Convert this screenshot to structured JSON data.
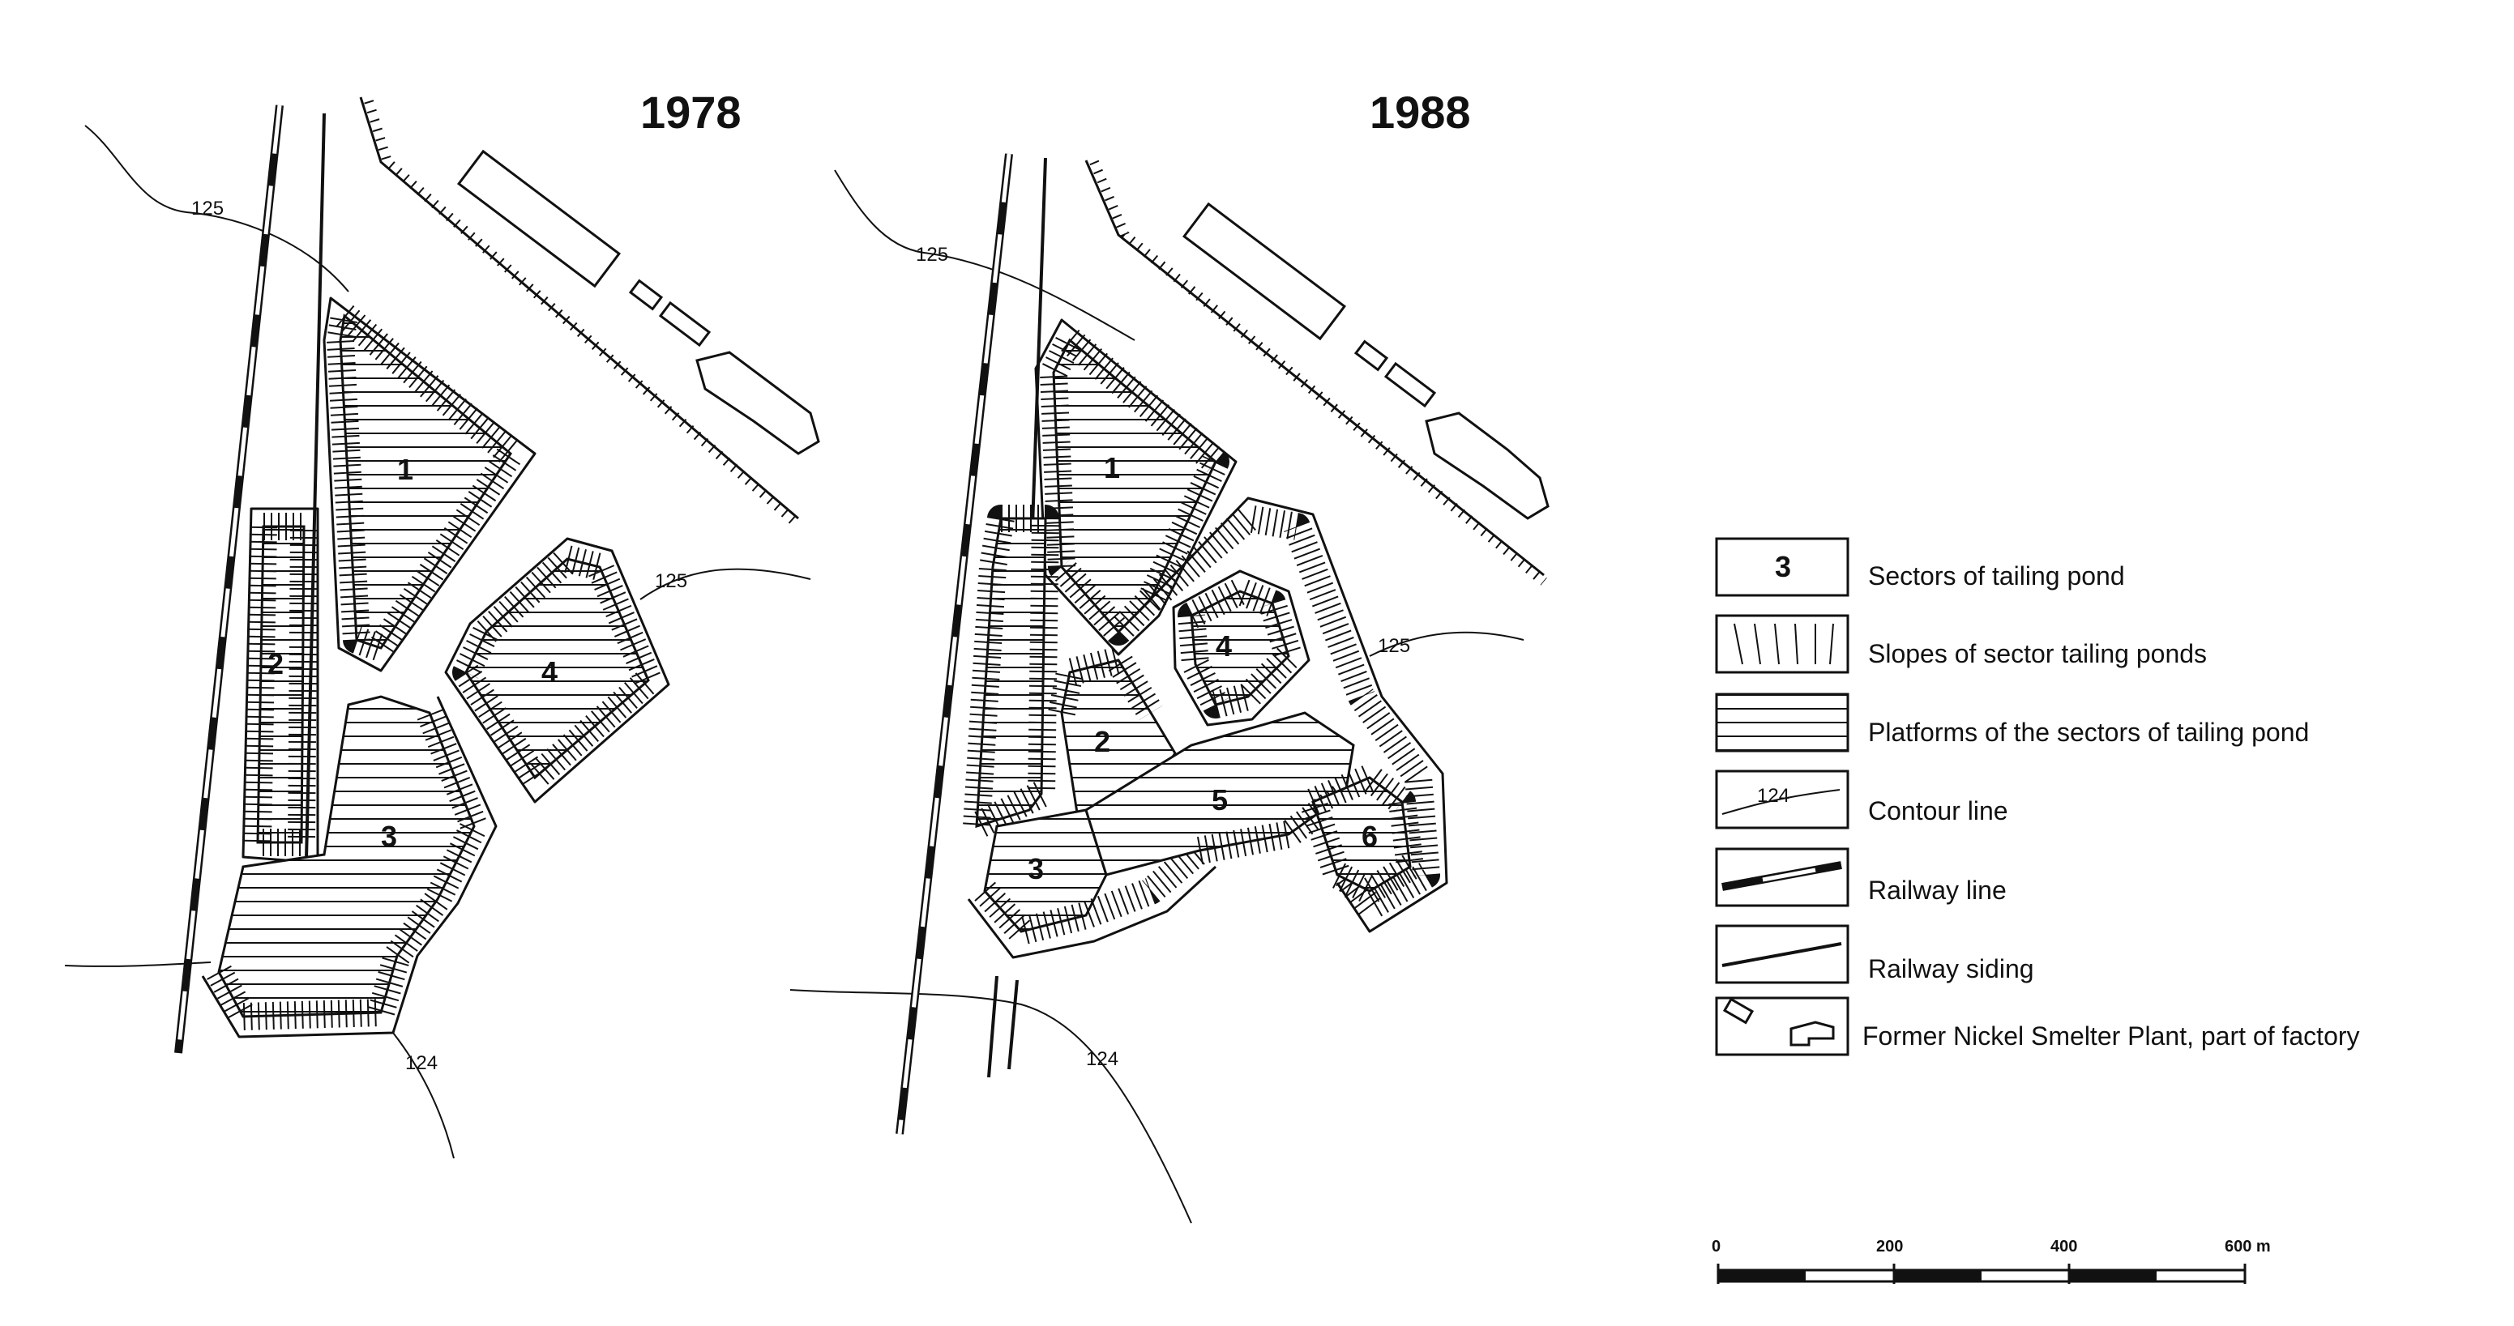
{
  "maps": [
    {
      "year": "1978",
      "sectors": [
        "1",
        "2",
        "3",
        "4"
      ],
      "contours": [
        "125",
        "125",
        "124"
      ]
    },
    {
      "year": "1988",
      "sectors": [
        "1",
        "2",
        "3",
        "4",
        "5",
        "6"
      ],
      "contours": [
        "125",
        "125",
        "124"
      ]
    }
  ],
  "legend": {
    "sector_sample": "3",
    "contour_sample": "124",
    "items": [
      {
        "icon": "sector-box-icon",
        "label": "Sectors of tailing pond"
      },
      {
        "icon": "slope-hatch-icon",
        "label": "Slopes of sector tailing ponds"
      },
      {
        "icon": "platform-hatch-icon",
        "label": "Platforms of the sectors of tailing pond"
      },
      {
        "icon": "contour-line-icon",
        "label": "Contour line"
      },
      {
        "icon": "railway-line-icon",
        "label": "Railway line"
      },
      {
        "icon": "railway-siding-icon",
        "label": "Railway siding"
      },
      {
        "icon": "factory-building-icon",
        "label": "Former Nickel Smelter Plant, part of factory"
      }
    ]
  },
  "scale_bar": {
    "ticks": [
      "0",
      "200",
      "400",
      "600 m"
    ]
  }
}
